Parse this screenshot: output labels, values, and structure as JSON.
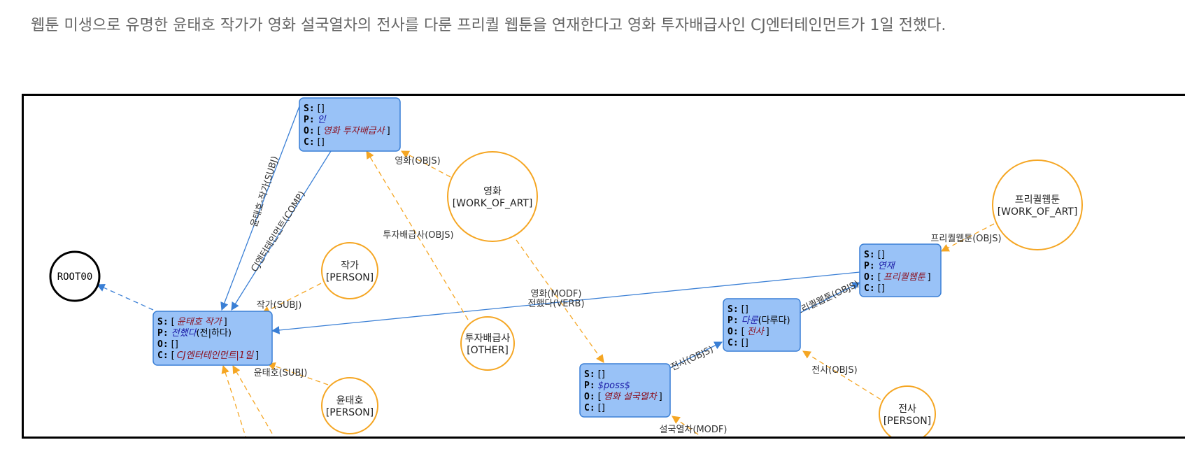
{
  "sentence": "웹툰 미생으로 유명한 윤태호 작가가 영화 설국열차의 전사를 다룬 프리퀄 웹툰을 연재한다고 영화 투자배급사인 CJ엔터테인먼트가 1일 전했다.",
  "colors": {
    "node_fill": "#99c2f7",
    "node_stroke": "#3a7fd5",
    "entity_stroke": "#f5a623",
    "edge_blue": "#3a7fd5",
    "edge_orange": "#f5a623",
    "predicate": "#1a1aa6",
    "argument": "#8b1020"
  },
  "root": {
    "label": "ROOT00"
  },
  "nodes": {
    "n_in": {
      "s": "S:",
      "s_val": "[]",
      "p": "P:",
      "p_val": "인",
      "o": "O:",
      "o_open": "[",
      "o_val": "영화 투자배급사",
      "o_close": "]",
      "c": "C:",
      "c_val": "[]"
    },
    "n_main": {
      "s": "S:",
      "s_open": "[",
      "s_val": "윤태호 작가",
      "s_close": "]",
      "p": "P:",
      "p_val": "전했다",
      "p_extra": "(전|하다)",
      "o": "O:",
      "o_val": "[]",
      "c": "C:",
      "c_open": "[",
      "c_val": "CJ엔터테인먼트|1일",
      "c_close": "]"
    },
    "n_poss": {
      "s": "S:",
      "s_val": "[]",
      "p": "P:",
      "p_val": "$poss$",
      "o": "O:",
      "o_open": "[",
      "o_val": "영화 설국열차",
      "o_close": "]",
      "c": "C:",
      "c_val": "[]"
    },
    "n_darun": {
      "s": "S:",
      "s_val": "[]",
      "p": "P:",
      "p_val": "다룬",
      "p_extra": "(다루다)",
      "o": "O:",
      "o_open": "[",
      "o_val": "전사",
      "o_close": "]",
      "c": "C:",
      "c_val": "[]"
    },
    "n_yeonjae": {
      "s": "S:",
      "s_val": "[]",
      "p": "P:",
      "p_val": "연재",
      "o": "O:",
      "o_open": "[",
      "o_val": "프리퀄웹툰",
      "o_close": "]",
      "c": "C:",
      "c_val": "[]"
    }
  },
  "entities": {
    "e_movie": {
      "name": "영화",
      "type": "[WORK_OF_ART]"
    },
    "e_writer": {
      "name": "작가",
      "type": "[PERSON]"
    },
    "e_investor": {
      "name": "투자배급사",
      "type": "[OTHER]"
    },
    "e_yoon": {
      "name": "윤태호",
      "type": "[PERSON]"
    },
    "e_prequel": {
      "name": "프리퀄웹툰",
      "type": "[WORK_OF_ART]"
    },
    "e_jeonsa": {
      "name": "전사",
      "type": "[PERSON]"
    }
  },
  "edges": {
    "subj_yoon_writer": "윤태호-작가(SUBJ)",
    "comp_cj": "CJ엔터테인먼트(COMP)",
    "objs_movie": "영화(OBJS)",
    "objs_investor": "투자배급사(OBJS)",
    "subj_writer": "작가(SUBJ)",
    "modf_movie": "영화(MODF)",
    "verb_jeonhaetda": "전했다(VERB)",
    "subj_yoon": "윤태호(SUBJ)",
    "objs_jeonsa_to_darun": "전사(OBJS)",
    "objs_prequel_darun": "프리퀄웹툰(OBJS)",
    "objs_prequel": "프리퀄웹툰(OBJS)",
    "objs_jeonsa": "전사(OBJS)",
    "modf_snowpiercer": "설국열차(MODF)"
  }
}
